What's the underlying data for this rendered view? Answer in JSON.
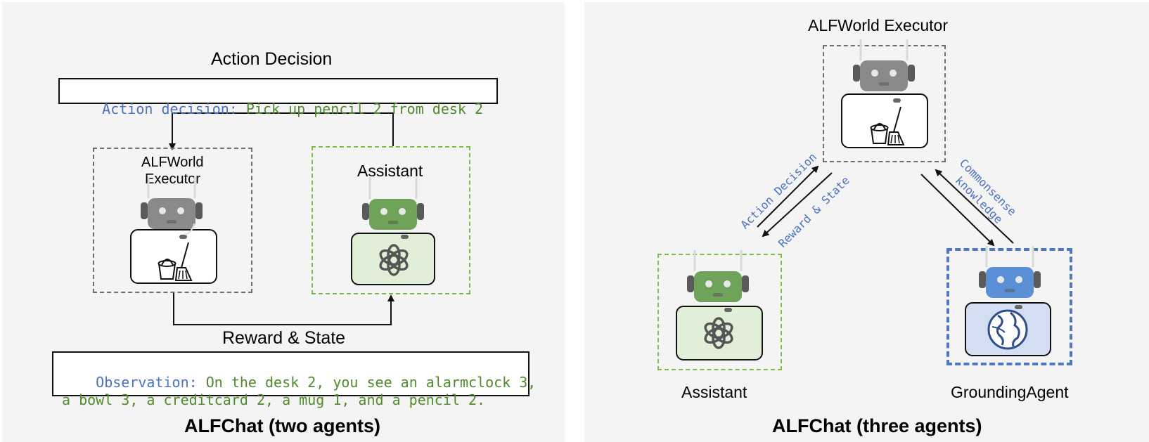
{
  "left": {
    "title": "ALFChat (two agents)",
    "action_heading": "Action Decision",
    "action_key": "Action decision:",
    "action_value": " Pick up pencil 2 from desk 2",
    "executor_line1": "ALFWorld",
    "executor_line2": "Executor",
    "assistant_label": "Assistant",
    "reward_heading": "Reward & State",
    "obs_key": "Observation:",
    "obs_value_line1": " On the desk 2, you see an alarmclock 3,",
    "obs_value_line2": "a bowl 3, a creditcard 2, a mug 1, and a pencil 2."
  },
  "right": {
    "title": "ALFChat (three agents)",
    "executor_label": "ALFWorld Executor",
    "assistant_label": "Assistant",
    "grounding_label": "GroundingAgent",
    "arrow_action": "Action Decision",
    "arrow_reward": "Reward & State",
    "arrow_common_line1": "Commonsense",
    "arrow_common_line2": "knowledge"
  },
  "icons": {
    "executor_robot": "gray-robot-icon",
    "assistant_robot": "green-robot-icon",
    "grounding_robot": "blue-robot-icon",
    "cleaning": "bucket-broom-icon",
    "openai": "openai-logo-icon",
    "globe": "globe-icon"
  },
  "colors": {
    "key_blue": "#4a72c0",
    "value_green": "#4f8a2c",
    "gray_robot": "#8a8a8a",
    "green_robot": "#6fa35a",
    "blue_robot": "#5b8fd6"
  }
}
